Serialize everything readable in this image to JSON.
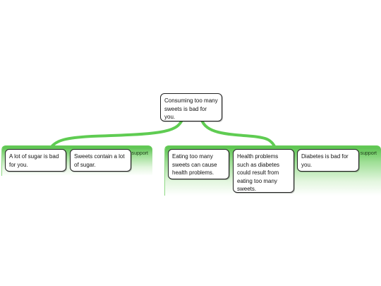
{
  "root": {
    "text": "Consuming too many sweets is bad for you."
  },
  "groups": [
    {
      "label": "support",
      "nodes": [
        {
          "text": "A lot of sugar is bad for you."
        },
        {
          "text": "Sweets contain a lot of sugar."
        }
      ]
    },
    {
      "label": "support",
      "nodes": [
        {
          "text": "Eating too many sweets can cause health problems."
        },
        {
          "text": "Health problems such as diabetes could result from eating too many sweets."
        },
        {
          "text": "Diabetes is bad for you."
        }
      ]
    }
  ],
  "colors": {
    "connector": "#5fcc52",
    "group_fill": "#62c955",
    "node_border": "#222222"
  }
}
